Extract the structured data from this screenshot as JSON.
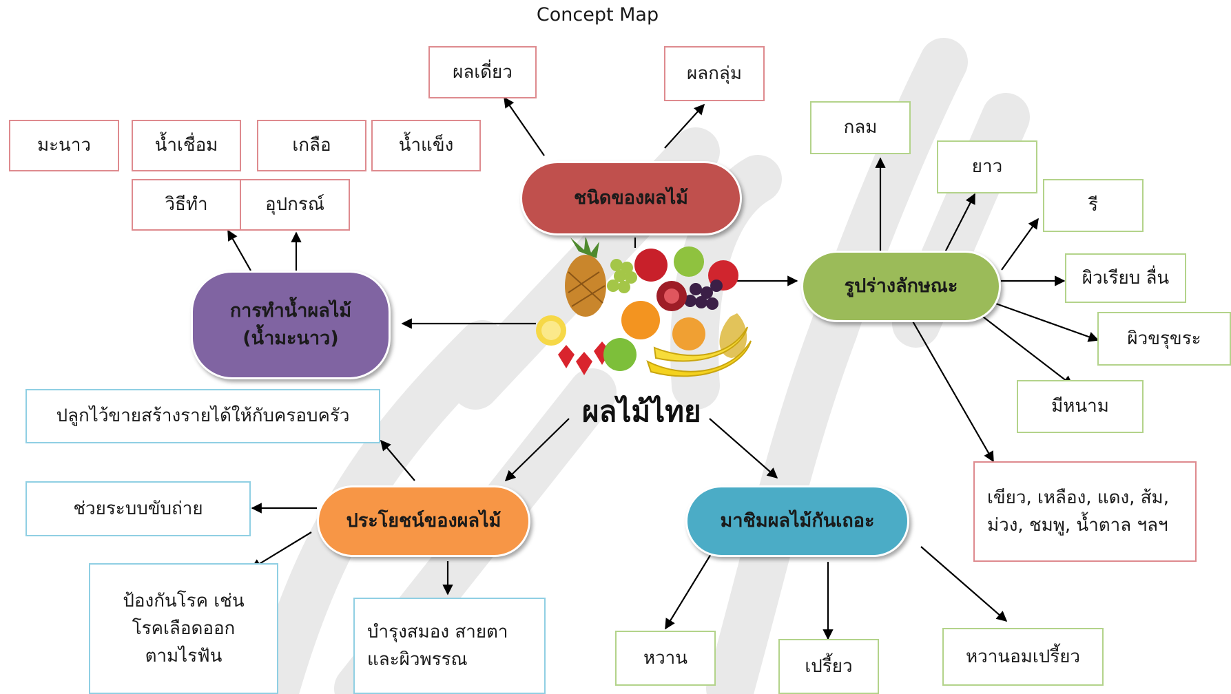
{
  "title": "Concept Map",
  "center": "ผลไม้ไทย",
  "nodes": {
    "types": "ชนิดของผลไม้",
    "shape": "รูปร่างลักษณะ",
    "juice_line1": "การทำน้ำผลไม้",
    "juice_line2": "(น้ำมะนาว)",
    "benefit": "ประโยชน์ของผลไม้",
    "taste": "มาชิมผลไม้กันเถอะ"
  },
  "types_children": [
    "ผลเดี่ยว",
    "ผลกลุ่ม"
  ],
  "juice_children": {
    "method": "วิธีทำ",
    "equipment": "อุปกรณ์",
    "items": [
      "มะนาว",
      "น้ำเชื่อม",
      "เกลือ",
      "น้ำแข็ง"
    ]
  },
  "shape_children": [
    "กลม",
    "ยาว",
    "รี",
    "ผิวเรียบ ลื่น",
    "ผิวขรุขระ",
    "มีหนาม"
  ],
  "colors_line1": "เขียว, เหลือง, แดง, ส้ม,",
  "colors_line2": "ม่วง, ชมพู, น้ำตาล ฯลฯ",
  "benefit_children": {
    "income": "ปลูกไว้ขายสร้างรายได้ให้กับครอบครัว",
    "digestion": "ช่วยระบบขับถ่าย",
    "prevent_line1": "ป้องกันโรค เช่น",
    "prevent_line2": "โรคเลือดออก",
    "prevent_line3": "ตามไรฟัน",
    "brain_line1": "บำรุงสมอง สายตา",
    "brain_line2": "และผิวพรรณ"
  },
  "taste_children": [
    "หวาน",
    "เปรี้ยว",
    "หวานอมเปรี้ยว"
  ],
  "colors": {
    "types_pill": "#c0504d",
    "shape_pill": "#9bbb59",
    "juice_pill": "#8064a2",
    "benefit_pill": "#f79646",
    "taste_pill": "#4bacc6",
    "pink_border": "#de8a8e",
    "green_border": "#b3d38a",
    "blue_border": "#8fcfe3"
  }
}
